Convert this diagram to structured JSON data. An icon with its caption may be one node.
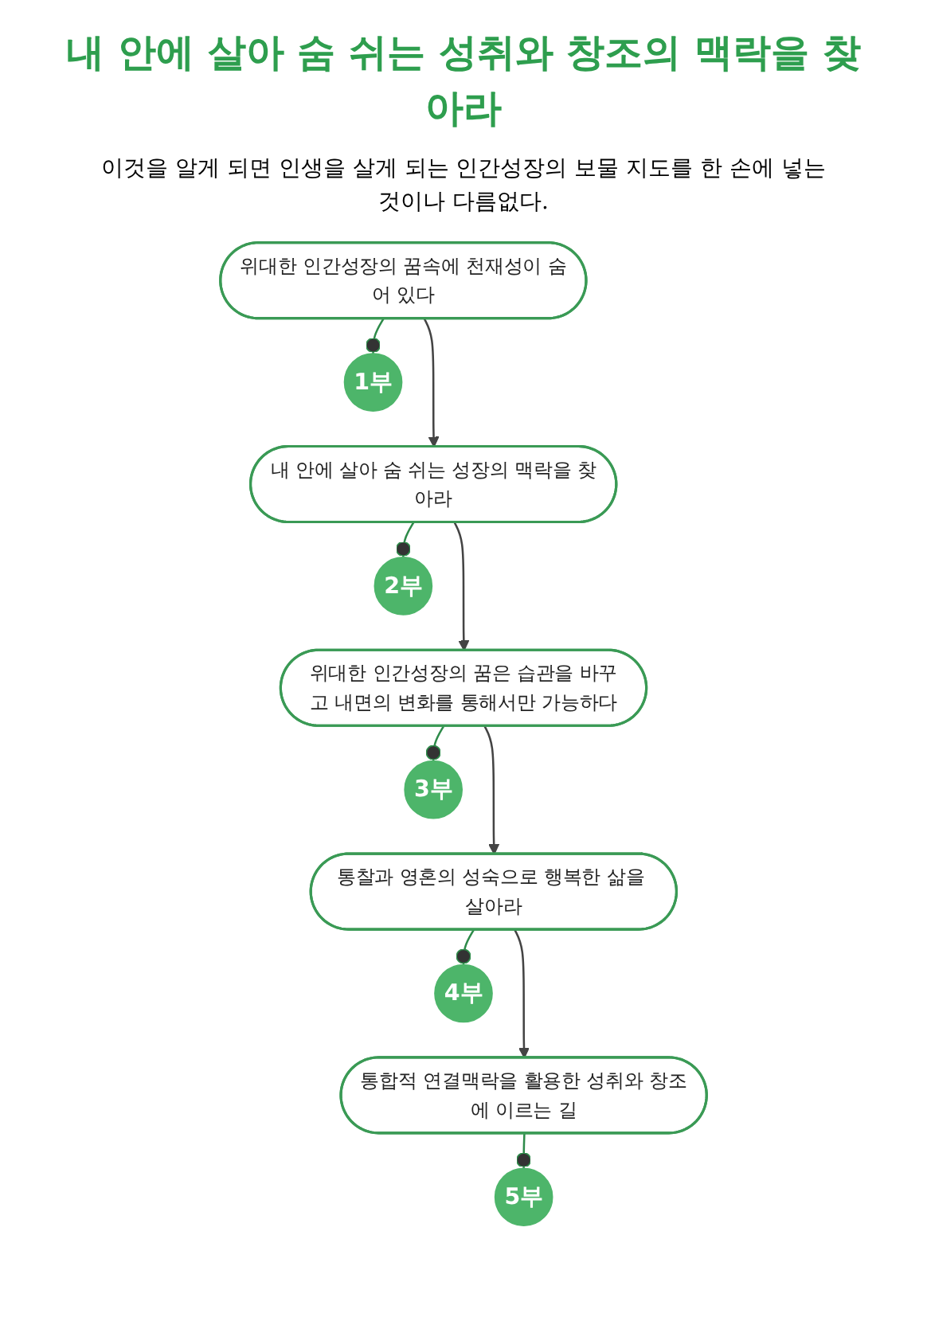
{
  "diagram": {
    "title": "내 안에 살아 숨 쉬는 성취와 창조의 맥락을 찾아라",
    "nodes": [
      {
        "text": [
          "1부"
        ]
      },
      {
        "text": [
          "위대한 인간성장의 꿈속에 천재성이 숨어 있다"
        ]
      },
      {
        "text": [
          "2부"
        ]
      },
      {
        "text": [
          "내 안에 살아 숨 쉬는 성장의 맥락을 찾아라"
        ]
      },
      {
        "text": [
          "3부"
        ]
      },
      {
        "text": [
          "위대한 인간성장의 꿈은 습관을 바꾸고 내면의 변화를 통해서만 가능하다"
        ]
      },
      {
        "text": [
          "4부"
        ]
      },
      {
        "text": [
          "통찰과 영혼의 성숙으로 행복한 삶을 살아라"
        ]
      },
      {
        "text": [
          "5부"
        ]
      },
      {
        "text": [
          "통합적 연결맥락을 활용한 성취와 창조에 이르는 길"
        ]
      }
    ],
    "edges": [
      {
        "from": 0,
        "to": 1,
        "arrow": "other"
      },
      {
        "from": 1,
        "to": 3,
        "arrow": "to"
      },
      {
        "from": 2,
        "to": 3,
        "arrow": "other"
      },
      {
        "from": 3,
        "to": 5,
        "arrow": "to"
      },
      {
        "from": 4,
        "to": 5,
        "arrow": "other"
      },
      {
        "from": 5,
        "to": 7,
        "arrow": "to"
      },
      {
        "from": 6,
        "to": 7,
        "arrow": "other"
      },
      {
        "from": 7,
        "to": 9,
        "arrow": "to"
      },
      {
        "from": 8,
        "to": 9,
        "arrow": "other"
      }
    ],
    "labels": [
      "이것을 알게 되면 인생을 살게 되는 인간성장의 보물 지도를 한 손에 넣는 것이나 다름없다."
    ]
  }
}
